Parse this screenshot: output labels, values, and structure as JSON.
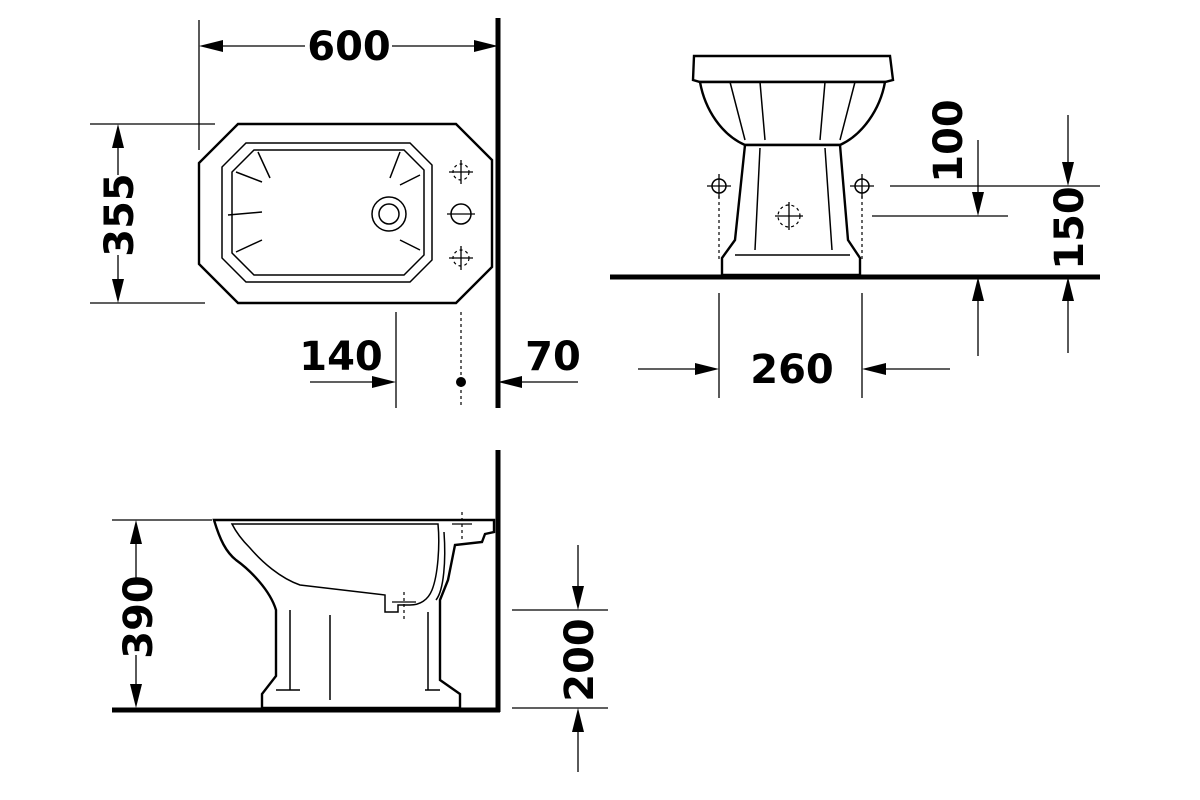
{
  "dimensions": {
    "top_width": "600",
    "top_depth": "355",
    "tap_hole_offset": "140",
    "wall_gap": "70",
    "front_pipe_height": "100",
    "front_base_height": "150",
    "front_foot_width": "260",
    "side_height": "390",
    "side_outlet_height": "200"
  },
  "views": [
    "top-view",
    "front-view",
    "side-view"
  ]
}
